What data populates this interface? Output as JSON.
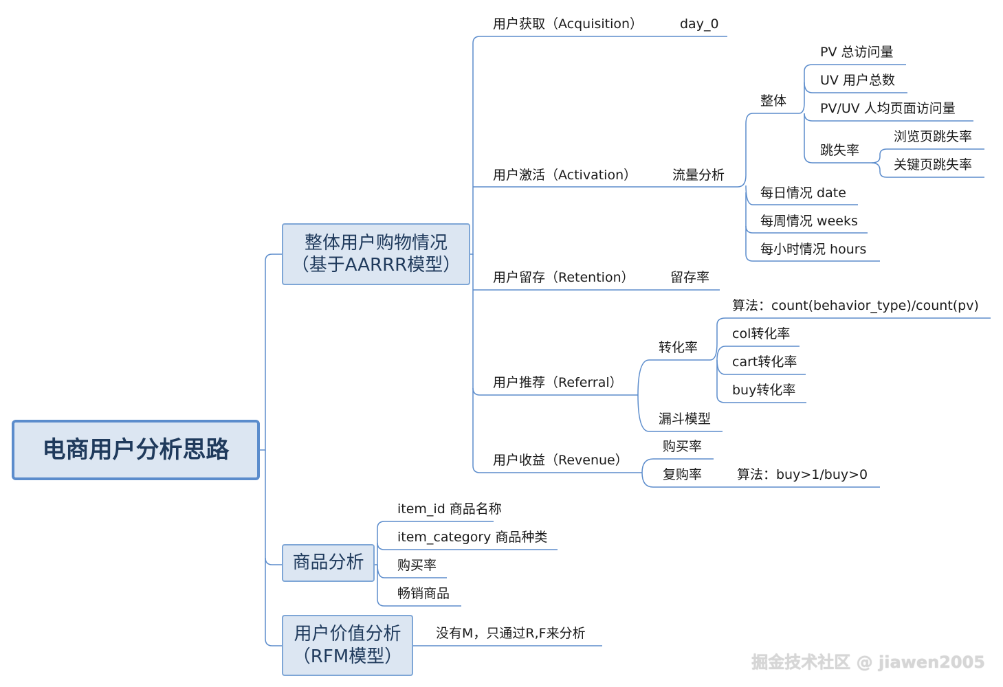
{
  "root": "电商用户分析思路",
  "branches": {
    "overall_l1": "整体用户购物情况",
    "overall_l2": "（基于AARRR模型）",
    "product": "商品分析",
    "rfm_l1": "用户价值分析",
    "rfm_l2": "（RFM模型）"
  },
  "aarrr": {
    "acquisition": "用户获取（Acquisition）",
    "day0": "day_0",
    "activation": "用户激活（Activation）",
    "traffic": "流量分析",
    "overall": "整体",
    "pv": "PV 总访问量",
    "uv": "UV 用户总数",
    "pvuv": "PV/UV 人均页面访问量",
    "bounce": "跳失率",
    "bounce_browse": "浏览页跳失率",
    "bounce_key": "关键页跳失率",
    "daily": "每日情况 date",
    "weekly": "每周情况 weeks",
    "hourly": "每小时情况 hours",
    "retention": "用户留存（Retention）",
    "retention_rate": "留存率",
    "referral": "用户推荐（Referral）",
    "conversion": "转化率",
    "algo_conversion": "算法：count(behavior_type)/count(pv)",
    "col_conv": "col转化率",
    "cart_conv": "cart转化率",
    "buy_conv": "buy转化率",
    "funnel": "漏斗模型",
    "revenue": "用户收益（Revenue）",
    "purchase_rate": "购买率",
    "repurchase_rate": "复购率",
    "algo_repurchase": "算法：buy>1/buy>0"
  },
  "product": {
    "item_id": "item_id 商品名称",
    "item_category": "item_category 商品种类",
    "purchase_rate": "购买率",
    "best_seller": "畅销商品"
  },
  "rfm": {
    "note": "没有M，只通过R,F来分析"
  },
  "watermark": "掘金技术社区 @ jiawen2005",
  "colors": {
    "line": "#5b8ccc",
    "box_fill": "#dce6f2",
    "box_border": "#7ea6d6"
  }
}
